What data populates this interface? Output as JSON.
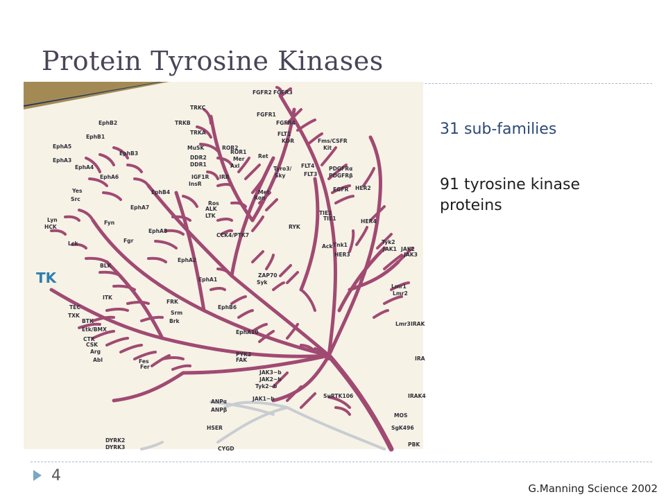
{
  "slide": {
    "title": "Protein Tyrosine Kinases",
    "number": "4",
    "citation": "G.Manning Science 2002"
  },
  "content": {
    "subfamilies": "31 sub-families",
    "proteins": "91 tyrosine kinase proteins"
  },
  "figure": {
    "group_label": "TK",
    "branch_color": "#a04a72",
    "accent_color": "#2f7fb0",
    "labels": [
      "FGFR2",
      "FGFR3",
      "FGFR1",
      "FGFR4",
      "FLT1",
      "KDR",
      "Fms/CSFR",
      "Kit",
      "PDGFRα",
      "PDGFRβ",
      "FLT4",
      "FLT3",
      "EGFR",
      "HER2",
      "HER4",
      "TRKC",
      "TRKB",
      "TRKA",
      "MuSK",
      "ROR2",
      "ROR1",
      "DDR2",
      "DDR1",
      "Mer",
      "Axl",
      "Ret",
      "Tyro3/",
      "Sky",
      "IGF1R",
      "InsR",
      "IRR",
      "Met",
      "Ron",
      "Ros",
      "ALK",
      "LTK",
      "RYK",
      "TIE2",
      "TIE1",
      "Ack",
      "Tnk1",
      "HER3",
      "Tyk2",
      "JAK1",
      "JAK2",
      "JAK3",
      "Lmr1",
      "Lmr2",
      "Lmr3",
      "CCK4/PTK7",
      "EphB2",
      "EphB1",
      "EphA5",
      "EphA3",
      "EphA4",
      "EphA6",
      "EphB3",
      "EphB4",
      "EphA7",
      "EphA8",
      "EphA2",
      "EphA1",
      "EphB6",
      "EphA10",
      "Yes",
      "Src",
      "Lyn",
      "HCK",
      "Fyn",
      "Fgr",
      "Lck",
      "BLK",
      "ITK",
      "TEC",
      "TXK",
      "BTK",
      "Etk/BMX",
      "CTK",
      "CSK",
      "Arg",
      "Abl",
      "Fes",
      "Fer",
      "FRK",
      "Srm",
      "Brk",
      "PYK2",
      "FAK",
      "ZAP70",
      "Syk",
      "JAK3~b",
      "JAK2~b",
      "Tyk2~b",
      "JAK1~b",
      "SuRTK106",
      "ANPα",
      "ANPβ",
      "HSER",
      "CYGD",
      "DYRK2",
      "DYRK3",
      "MOS",
      "SgK496",
      "PBK",
      "IRAK",
      "IRA",
      "IRAK4"
    ]
  }
}
